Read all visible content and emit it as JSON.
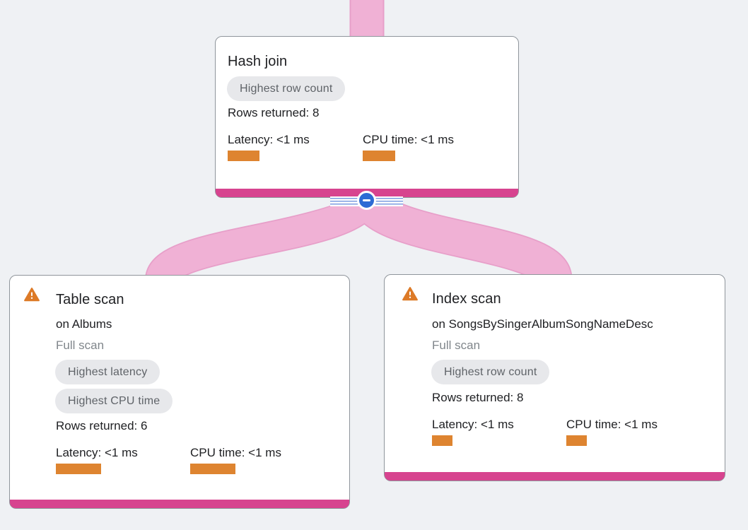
{
  "app": {
    "view": "query-execution-plan-graph"
  },
  "colors": {
    "background": "#eff1f4",
    "card_border": "#8f959b",
    "accent_magenta": "#d7448f",
    "edge_pink_fill": "#f0b1d5",
    "edge_pink_border": "#e79fc9",
    "bar_orange": "#de8430",
    "warning_orange": "#dd7a27",
    "badge_bg": "#e7e8eb",
    "badge_text": "#5f6368",
    "collapse_blue": "#2d6bd4",
    "rail_blue": "#7b9ce0"
  },
  "nodes": [
    {
      "id": "hash-join",
      "title": "Hash join",
      "badges": [
        "Highest row count"
      ],
      "rows_returned": "Rows returned: 8",
      "latency": {
        "label": "Latency: <1 ms",
        "bar_style": "width:45px"
      },
      "cpu": {
        "label": "CPU time: <1 ms",
        "bar_style": "width:46px"
      },
      "has_warning": false
    },
    {
      "id": "table-scan",
      "title": "Table scan",
      "subtitle": "on Albums",
      "scan_type": "Full scan",
      "badges": [
        "Highest latency",
        "Highest CPU time"
      ],
      "rows_returned": "Rows returned: 6",
      "latency": {
        "label": "Latency: <1 ms",
        "bar_style": "width:64px"
      },
      "cpu": {
        "label": "CPU time: <1 ms",
        "bar_style": "width:64px"
      },
      "has_warning": true
    },
    {
      "id": "index-scan",
      "title": "Index scan",
      "subtitle": "on SongsBySingerAlbumSongNameDesc",
      "scan_type": "Full scan",
      "badges": [
        "Highest row count"
      ],
      "rows_returned": "Rows returned: 8",
      "latency": {
        "label": "Latency: <1 ms",
        "bar_style": "width:29px"
      },
      "cpu": {
        "label": "CPU time: <1 ms",
        "bar_style": "width:29px"
      },
      "has_warning": true
    }
  ],
  "collapse_button": {
    "action": "collapse-children"
  }
}
